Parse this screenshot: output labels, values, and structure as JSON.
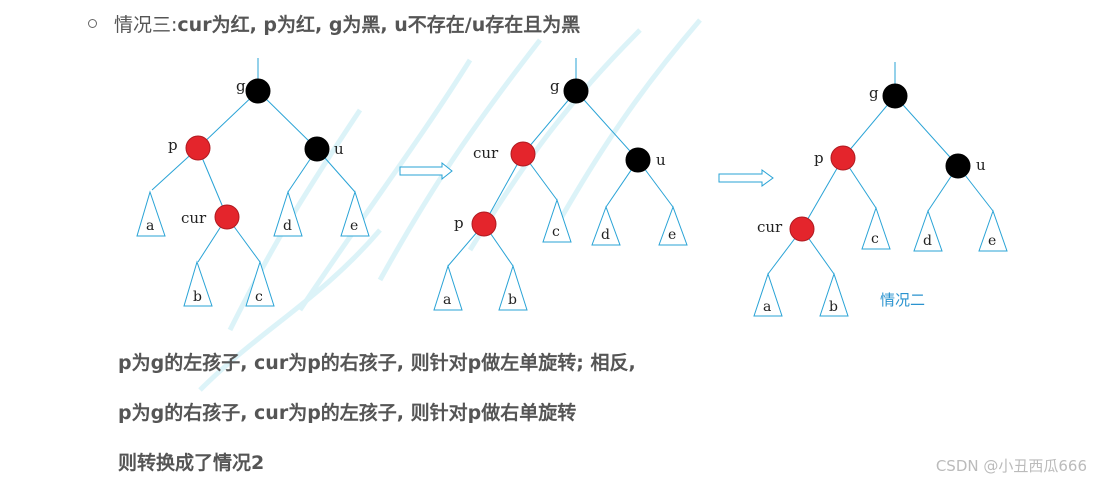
{
  "heading": {
    "prefix": "情况三: ",
    "main": "cur为红, p为红, g为黑, u不存在/u存在且为黑"
  },
  "diagram": {
    "colors": {
      "red": "#e4252c",
      "black": "#000000",
      "edge": "#29a3d6",
      "watermark_diagonal": "#cfeff5"
    },
    "trees": [
      {
        "nodes": [
          {
            "id": "g",
            "label": "g",
            "color": "black"
          },
          {
            "id": "p",
            "label": "p",
            "color": "red"
          },
          {
            "id": "u",
            "label": "u",
            "color": "black"
          },
          {
            "id": "cur",
            "label": "cur",
            "color": "red"
          }
        ],
        "leaves": [
          "a",
          "b",
          "c",
          "d",
          "e"
        ]
      },
      {
        "nodes": [
          {
            "id": "g",
            "label": "g",
            "color": "black"
          },
          {
            "id": "cur",
            "label": "cur",
            "color": "red"
          },
          {
            "id": "u",
            "label": "u",
            "color": "black"
          },
          {
            "id": "p",
            "label": "p",
            "color": "red"
          }
        ],
        "leaves": [
          "a",
          "b",
          "c",
          "d",
          "e"
        ]
      },
      {
        "nodes": [
          {
            "id": "g",
            "label": "g",
            "color": "black"
          },
          {
            "id": "p",
            "label": "p",
            "color": "red"
          },
          {
            "id": "u",
            "label": "u",
            "color": "black"
          },
          {
            "id": "cur",
            "label": "cur",
            "color": "red"
          }
        ],
        "leaves": [
          "a",
          "b",
          "c",
          "d",
          "e"
        ]
      }
    ],
    "case_label": "情况二"
  },
  "explanation": {
    "line1": "p为g的左孩子, cur为p的右孩子, 则针对p做左单旋转; 相反,",
    "line2": "p为g的右孩子, cur为p的左孩子, 则针对p做右单旋转",
    "line3": "则转换成了情况2"
  },
  "watermark": "CSDN @小丑西瓜666"
}
